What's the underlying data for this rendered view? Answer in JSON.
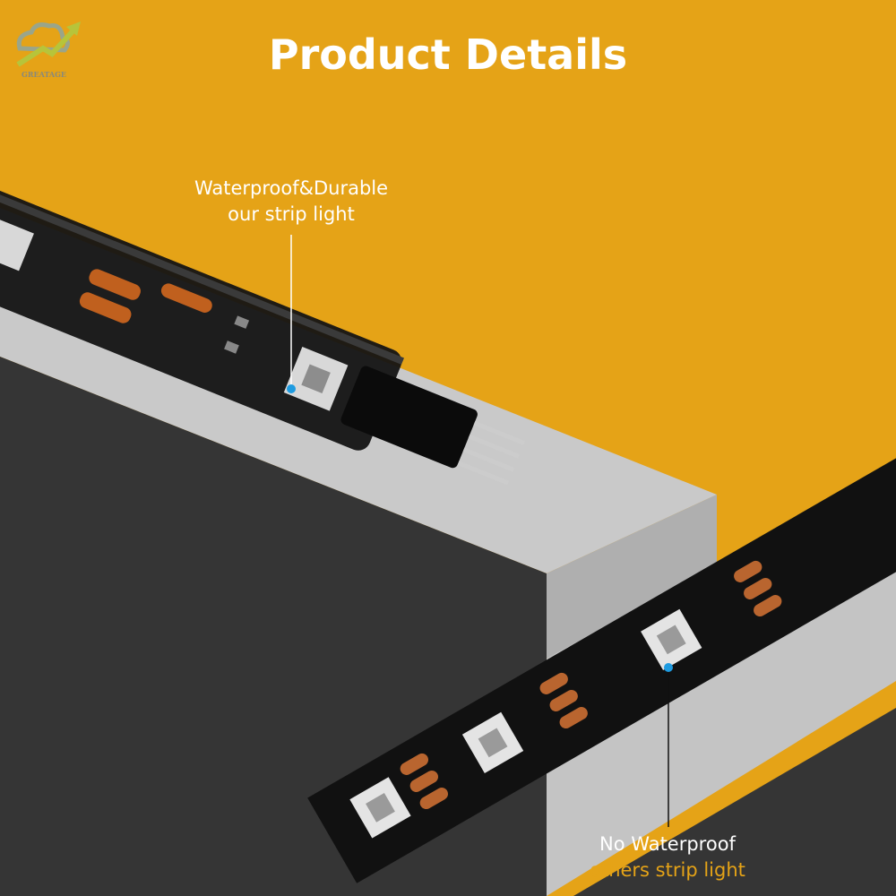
{
  "brand": {
    "logo_text": "GREATAGE"
  },
  "header": {
    "title": "Product Details"
  },
  "callouts": {
    "ours": {
      "line1": "Waterproof&Durable",
      "line2": "our strip light"
    },
    "others": {
      "line1": "No Waterproof",
      "line2": "others strip light"
    }
  },
  "colors": {
    "accent": "#E5A317",
    "dark": "#333333",
    "ledge": "#C9C9C9",
    "marker": "#1E9BE0"
  }
}
